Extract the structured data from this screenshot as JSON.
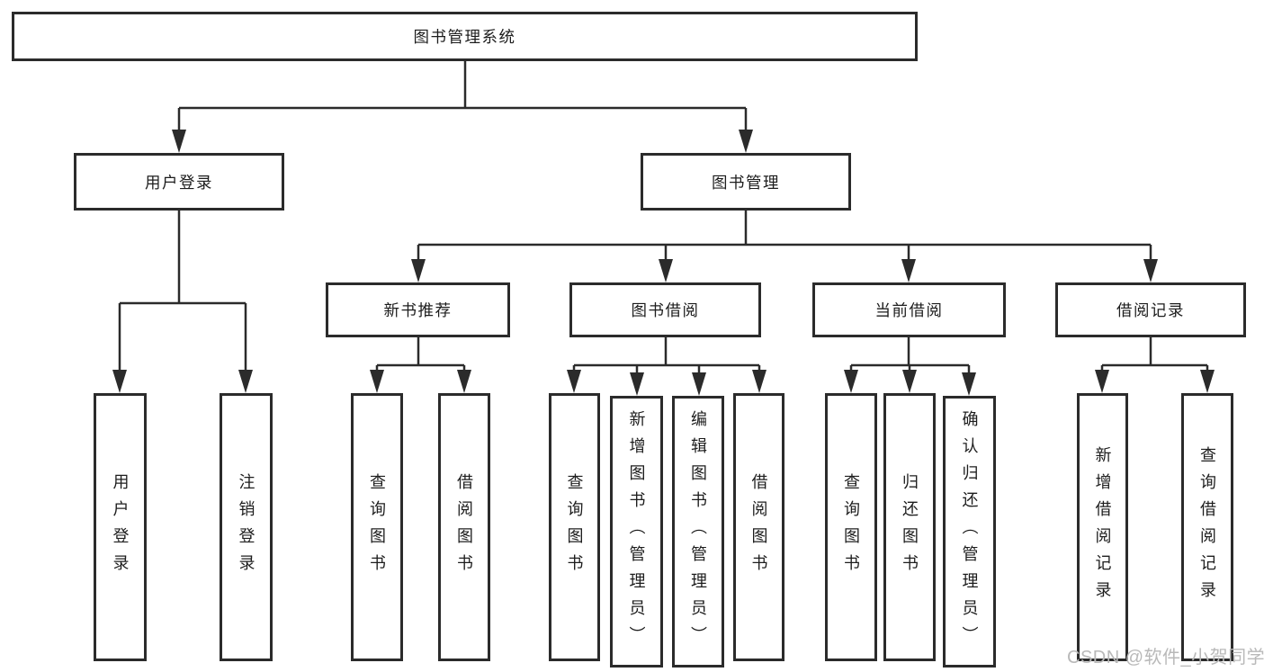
{
  "tree": {
    "label": "图书管理系统",
    "children": [
      {
        "label": "用户登录",
        "children": [
          {
            "label": "用户登录"
          },
          {
            "label": "注销登录"
          }
        ]
      },
      {
        "label": "图书管理",
        "children": [
          {
            "label": "新书推荐",
            "children": [
              {
                "label": "查询图书"
              },
              {
                "label": "借阅图书"
              }
            ]
          },
          {
            "label": "图书借阅",
            "children": [
              {
                "label": "查询图书"
              },
              {
                "label": "新增图书（管理员）"
              },
              {
                "label": "编辑图书（管理员）"
              },
              {
                "label": "借阅图书"
              }
            ]
          },
          {
            "label": "当前借阅",
            "children": [
              {
                "label": "查询图书"
              },
              {
                "label": "归还图书"
              },
              {
                "label": "确认归还（管理员）"
              }
            ]
          },
          {
            "label": "借阅记录",
            "children": [
              {
                "label": "新增借阅记录"
              },
              {
                "label": "查询借阅记录"
              }
            ]
          }
        ]
      }
    ]
  },
  "watermark": {
    "text": "CSDN @软件_小贺同学"
  },
  "colors": {
    "border": "#2b2b2b",
    "line": "#2b2b2b",
    "text": "#1d1d1d",
    "watermark": "#b9b9b9",
    "background": "#ffffff"
  }
}
